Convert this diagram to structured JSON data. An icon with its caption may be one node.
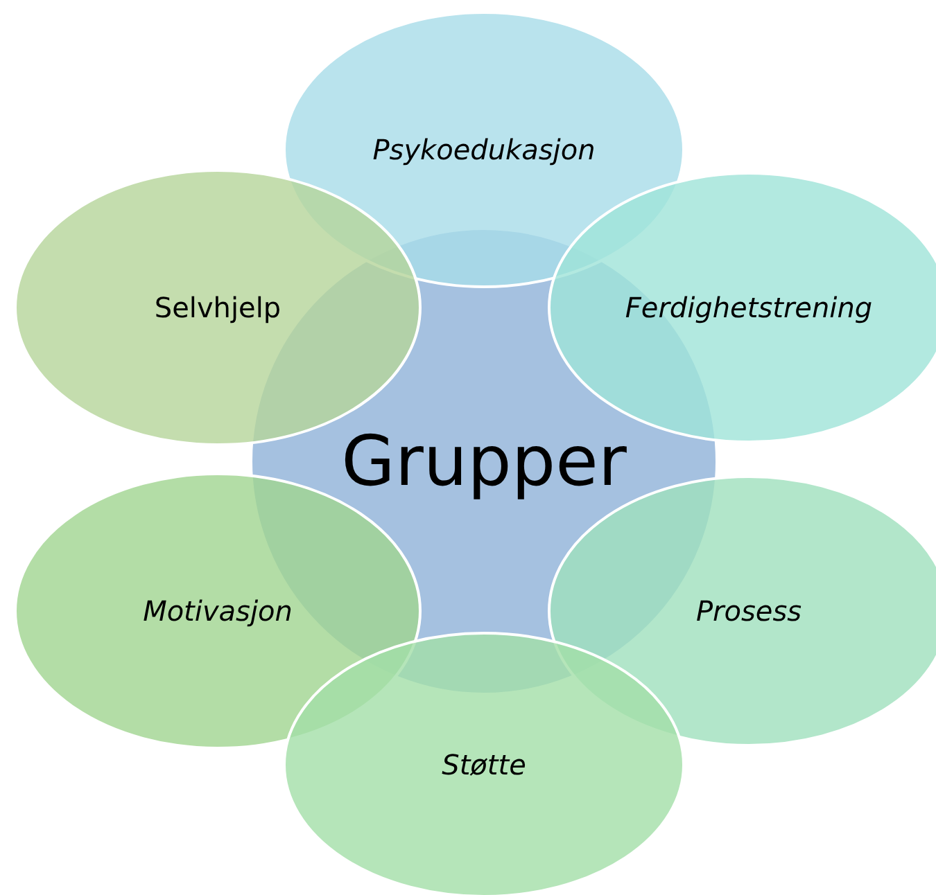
{
  "diagram": {
    "nodes": [
      {
        "text": [
          "Psykoedukasjon"
        ]
      },
      {
        "text": [
          "Selvhjelp"
        ]
      },
      {
        "text": [
          "Ferdighetstrening"
        ]
      },
      {
        "text": [
          "Grupper"
        ]
      },
      {
        "text": [
          "Motivasjon"
        ]
      },
      {
        "text": [
          "Prosess"
        ]
      },
      {
        "text": [
          "Støtte"
        ]
      }
    ]
  }
}
